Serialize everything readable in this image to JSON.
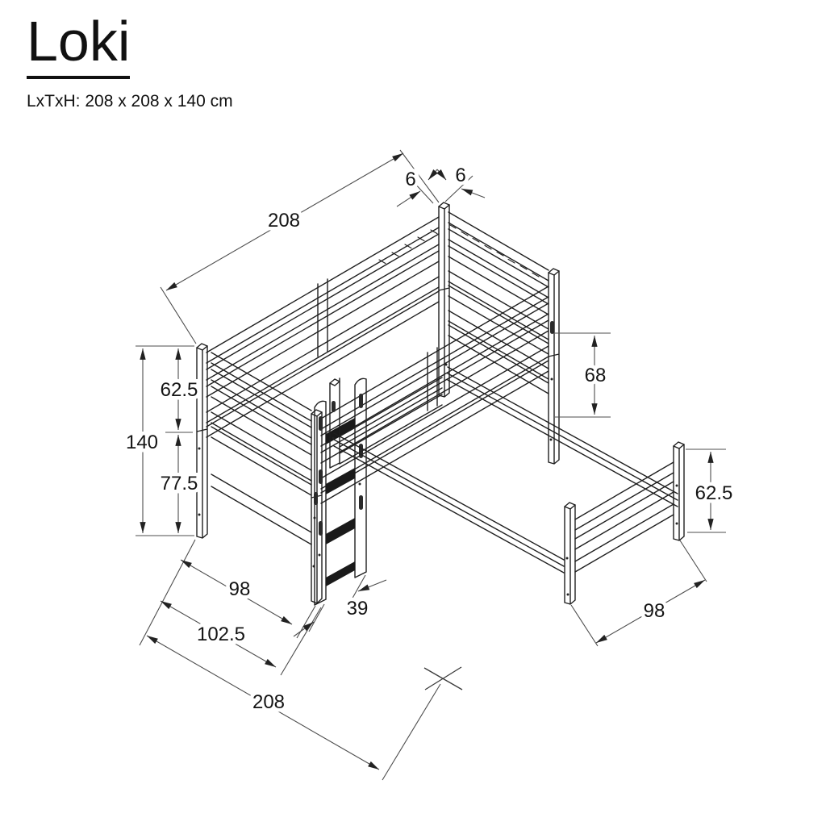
{
  "header": {
    "title": "Loki",
    "subtitle": "LxTxH: 208 x 208 x 140 cm"
  },
  "drawing": {
    "type": "isometric-technical-line-drawing",
    "subject": "loft bed with ladder and perpendicular lower bed",
    "colors": {
      "background": "#ffffff",
      "line": "#1f1f1f",
      "dimension_line": "#4d4d4d",
      "step_fill": "#1a1a1a"
    },
    "dimensions": {
      "top_length": "208",
      "post_left": "6",
      "post_right": "6",
      "guard_rail_height": "62.5",
      "total_height": "140",
      "under_bed_height": "77.5",
      "clearance": "68",
      "lower_bed_height": "62.5",
      "front_width": "98",
      "front_width_with_ladder": "102.5",
      "ladder_depth": "39",
      "lower_bed_width": "98",
      "bottom_length": "208"
    }
  }
}
